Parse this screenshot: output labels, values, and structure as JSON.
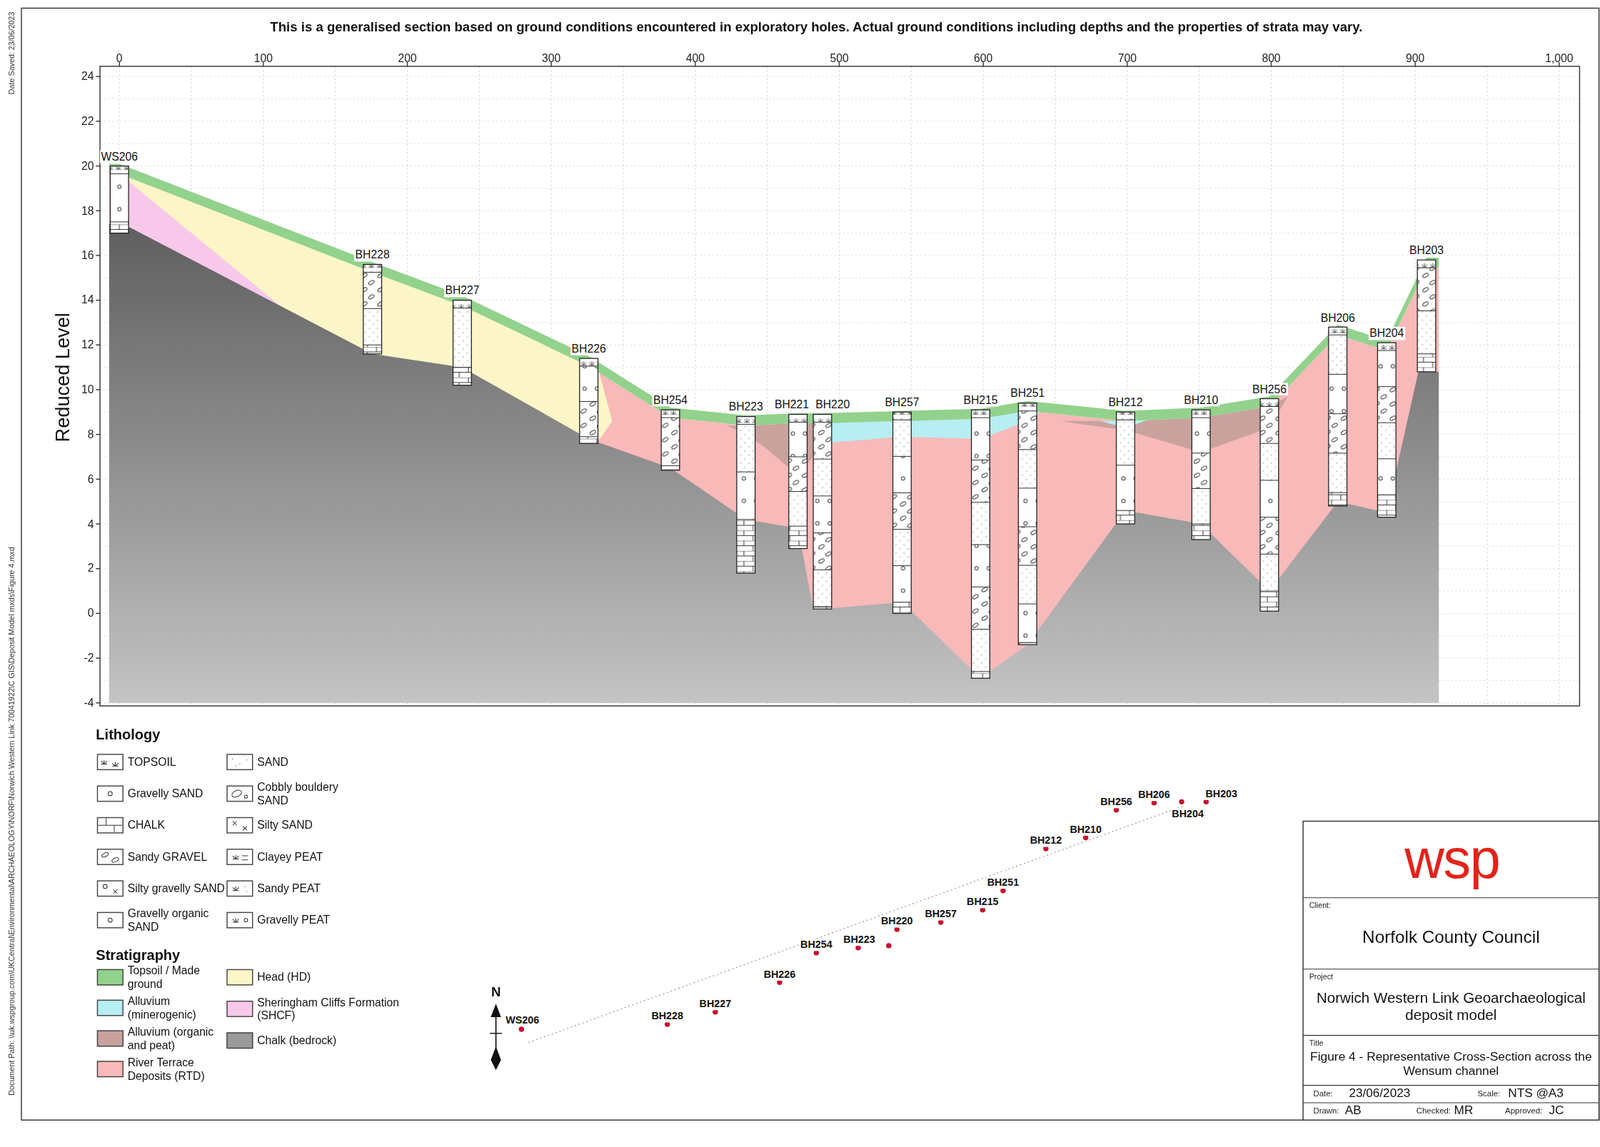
{
  "diagram": {
    "nodes": [
      {
        "text": [
          "Client:",
          "Norfolk County Council"
        ]
      },
      {
        "text": [
          "Project",
          "Norwich Western Link Geoarchaeological deposit model"
        ]
      },
      {
        "text": [
          "Title",
          "Figure 4 - Representative Cross-Section across the Wensum channel"
        ]
      }
    ],
    "labels": [
      "This is a generalised section based on ground conditions encountered in exploratory holes. Actual ground conditions including depths and the properties of strata may vary.",
      "Date Saved: 23/06/2023",
      "Document Path: \\\\uk.wspgroup.com\\UKCentral\\Environmental\\ARCHAEOLOGY\\NORF\\Norwich Western Link 70041922\\C GIS\\Deposit Model mxds\\Figure 4.mxd",
      "0",
      "100",
      "200",
      "300",
      "400",
      "500",
      "600",
      "700",
      "800",
      "900",
      "1,000",
      "24",
      "22",
      "20",
      "18",
      "16",
      "14",
      "12",
      "10",
      "8",
      "6",
      "4",
      "2",
      "0",
      "-2",
      "-4",
      "Reduced Level",
      "WS206",
      "BH228",
      "BH227",
      "BH226",
      "BH254",
      "BH223",
      "BH221",
      "BH220",
      "BH257",
      "BH215",
      "BH251",
      "BH212",
      "BH210",
      "BH256",
      "BH206",
      "BH204",
      "BH203",
      "Lithology",
      "Stratigraphy",
      "N",
      "WS206",
      "BH228",
      "BH227",
      "BH226",
      "BH254",
      "BH223",
      "BH220",
      "BH257",
      "BH215",
      "BH251",
      "BH212",
      "BH210",
      "BH256",
      "BH206",
      "BH204",
      "BH203",
      "wsp",
      "Date:",
      "23/06/2023",
      "Scale:",
      "NTS @A3",
      "Drawn:",
      "AB",
      "Checked:",
      "MR",
      "Approved:",
      "JC"
    ],
    "legend": [
      {
        "text": "TOPSOIL"
      },
      {
        "text": "Gravelly SAND"
      },
      {
        "text": "CHALK"
      },
      {
        "text": "Sandy GRAVEL"
      },
      {
        "text": "Silty gravelly SAND"
      },
      {
        "text": "Gravelly organic SAND"
      },
      {
        "text": "SAND"
      },
      {
        "text": "Cobbly bouldery SAND"
      },
      {
        "text": "Silty SAND"
      },
      {
        "text": "Clayey PEAT"
      },
      {
        "text": "Sandy PEAT"
      },
      {
        "text": "Gravelly PEAT"
      },
      {
        "text": "Topsoil / Made ground",
        "color": "#92d28c"
      },
      {
        "text": "Alluvium (minerogenic)",
        "color": "#b6eef2"
      },
      {
        "text": "Alluvium (organic and peat)",
        "color": "#c9a29e"
      },
      {
        "text": "River Terrace Deposits (RTD)",
        "color": "#f8b9b9"
      },
      {
        "text": "Head (HD)",
        "color": "#fcf5c8"
      },
      {
        "text": "Sheringham Cliffs Formation (SHCF)",
        "color": "#f8c8ea"
      },
      {
        "text": "Chalk (bedrock)",
        "color": "#9a9a9a"
      }
    ]
  }
}
